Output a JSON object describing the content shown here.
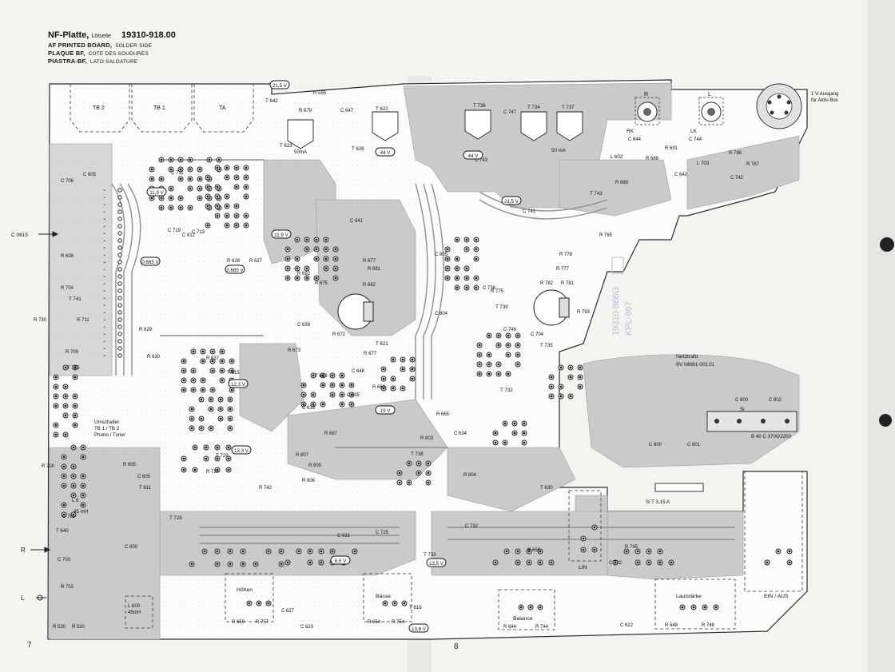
{
  "header": {
    "line1_title": "NF-Platte,",
    "line1_sub": "Lötseite",
    "line1_number": "19310-918.00",
    "line2_bold": "AF PRINTED BOARD,",
    "line2_rest": "SOLDER SIDE",
    "line3_bold": "PLAQUE BF,",
    "line3_rest": "COTE DES SOUDURES",
    "line4_bold": "PIASTRA-BF,",
    "line4_rest": "LATO SALDATURE"
  },
  "page_numbers": {
    "left": "7",
    "right": "8"
  },
  "connectors": {
    "tb2": "TB 2",
    "tb1": "TB 1",
    "ta": "TA",
    "c0815": "C 0815",
    "r_in": "R",
    "l_in": "L",
    "aktiv_line1": "1 V-Ausgang",
    "aktiv_line2": "für Aktiv-Box"
  },
  "voltages": {
    "v21_5a": "21,5 V",
    "v44a": "44 V",
    "v44b": "44 V",
    "v21_5b": "21,5 V",
    "v11_9a": "11,9 V",
    "v11_9b": "11,9 V",
    "v0_665a": "0,665 V",
    "v0_665b": "0,665 V",
    "v12_3a": "12,3 V",
    "v12_3b": "12,3 V",
    "v19": "19 V",
    "v13_5": "13,5 V",
    "v13_6": "13,6 V",
    "v6_5": "6,5 V"
  },
  "transistors": {
    "t642": "T 642",
    "t623": "T 623",
    "t626": "T 626",
    "t622": "T 622",
    "t736": "T 736",
    "t734": "T 734",
    "t737": "T 737",
    "t743": "T 743",
    "t741": "T 741",
    "t725": "T 725",
    "t640": "T 640",
    "t615": "T 615",
    "t729": "T 729",
    "t611": "T 611",
    "t735": "T 735",
    "t739": "T 739",
    "t738": "T 738",
    "t733": "T 733",
    "t616": "T 616",
    "t621": "T 621",
    "t618": "T 618",
    "t732": "T 732",
    "t630": "T 630",
    "t728": "T 728"
  },
  "resistors": {
    "r595": "R 595",
    "r679": "R 679",
    "r608": "R 608",
    "r704": "R 704",
    "r730": "R 730",
    "r711": "R 711",
    "r709": "R 709",
    "r677": "R 677",
    "r692": "R 692",
    "r675": "R 675",
    "r682": "R 682",
    "r681": "R 681",
    "r628": "R 628",
    "r627": "R 627",
    "r629": "R 629",
    "r630": "R 630",
    "r637": "R 637",
    "r672": "R 672",
    "r673": "R 673",
    "r677b": "R 677",
    "r663": "R 663",
    "r687": "R 687",
    "r665": "R 665",
    "r807": "R 807",
    "r805": "R 805",
    "r806": "R 806",
    "r803": "R 803",
    "r804": "R 804",
    "r742": "R 742",
    "r737": "R 737",
    "r605": "R 605",
    "r700": "R 700",
    "r702": "R 702",
    "r520": "R 520",
    "r530": "R 530",
    "r659": "R 659",
    "r757": "R 757",
    "r654": "R 654",
    "r754": "R 754",
    "r644": "R 644",
    "r744": "R 744",
    "r648": "R 648",
    "r748": "R 748",
    "r775": "R 775",
    "r782": "R 782",
    "r781": "R 781",
    "r778": "R 778",
    "r777": "R 777",
    "r785": "R 785",
    "r793": "R 793",
    "r688": "R 688",
    "r689": "R 689",
    "r691": "R 691",
    "r788": "R 788",
    "r787": "R 787",
    "r745": "R 745",
    "r665b": "R 665"
  },
  "capacitors": {
    "c647": "C 647",
    "c747": "C 747",
    "c743": "C 743",
    "c641": "C 641",
    "c605": "C 605",
    "c706": "C 706",
    "c711": "C 711",
    "c719": "C 719",
    "c713": "C 713",
    "c612": "C 612",
    "c639": "C 639",
    "c633": "C 633",
    "c635": "C 635",
    "c634": "C 634",
    "c648": "C 648",
    "c605b": "C 605",
    "c600": "C 600",
    "c702": "C 702",
    "c703": "C 703",
    "c627": "C 627",
    "c623": "C 623",
    "c631": "C 631",
    "c725": "C 725",
    "c732": "C 732",
    "c722": "C 722",
    "c622": "C 622",
    "c800": "C 800",
    "c801": "C 801",
    "c802": "C 802",
    "c800b": "C 800",
    "c644": "C 644",
    "c744": "C 744",
    "c642": "C 642",
    "c742": "C 742",
    "c741": "C 741",
    "c805": "C 805",
    "c804": "C 804",
    "c736": "C 736",
    "c746": "C 746",
    "c704": "C 704"
  },
  "misc": {
    "tb_select_1": "Umschalter",
    "tb_select_2": "TB 1 / TB 2",
    "tb_select_3": "Phono / Tuner",
    "ma50a": "50mA",
    "ma50b": "50 mA",
    "l602": "L 602",
    "l703": "L 703",
    "lk": "LK",
    "rk": "RK",
    "l_coil": "L",
    "r_coil": "R",
    "hoehen": "Höhen",
    "baesse": "Bässe",
    "balance": "Balance",
    "lautstaerke": "Lautstärke",
    "lin": "LIN",
    "ein_aus": "EIN / AUS",
    "netztrafo": "Netztrafo",
    "netztrafo_num": "BV  08081-002.01",
    "b40": "B 40  C 3700/2200",
    "si_label": "Si  T 3,15 A",
    "si": "Si",
    "l600": "L 600",
    "mh45": "45mH",
    "mh45b": "45 mH",
    "l6a": "L 6",
    "stamp1": "19310-866G",
    "stamp2": "KPL-867"
  },
  "colors": {
    "copper": "#c8c8c8",
    "ink": "#111111",
    "paper": "#f4f3f0"
  }
}
